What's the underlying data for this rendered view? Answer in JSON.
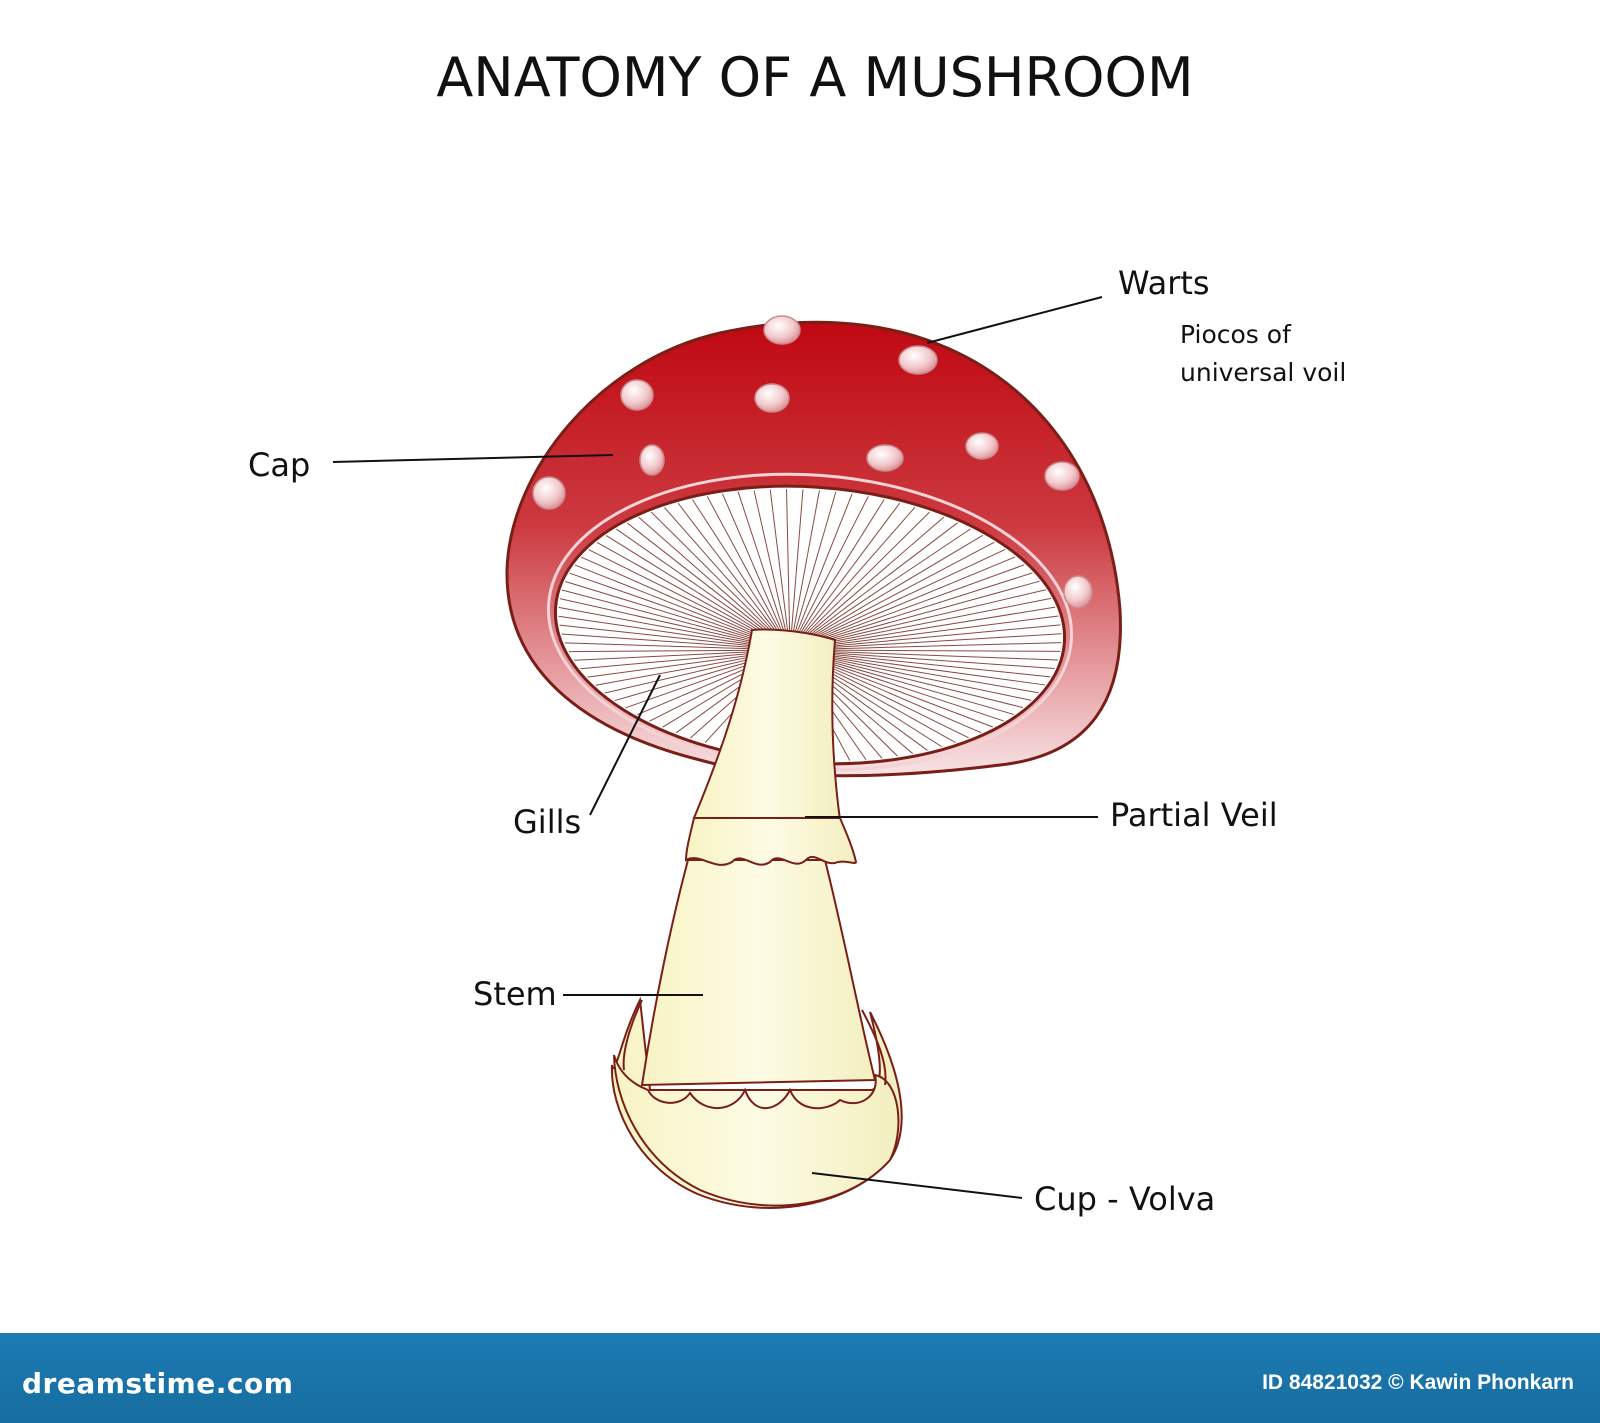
{
  "title": "ANATOMY OF A MUSHROOM",
  "labels": {
    "warts": "Warts",
    "warts_note_line1": "Piocos of",
    "warts_note_line2": "universal voil",
    "cap": "Cap",
    "gills": "Gills",
    "partial_veil": "Partial  Veil",
    "stem": "Stem",
    "cup_volva": "Cup - Volva"
  },
  "watermark": {
    "brand": "dreamstime.com",
    "credit": "ID 84821032 © Kawin Phonkarn"
  },
  "colors": {
    "cap_red": "#c00812",
    "cap_pink": "#f7dde0",
    "outline": "#7a1f17",
    "stem_cream": "#fbf8cf",
    "footer_blue": "#1c7bb3"
  }
}
